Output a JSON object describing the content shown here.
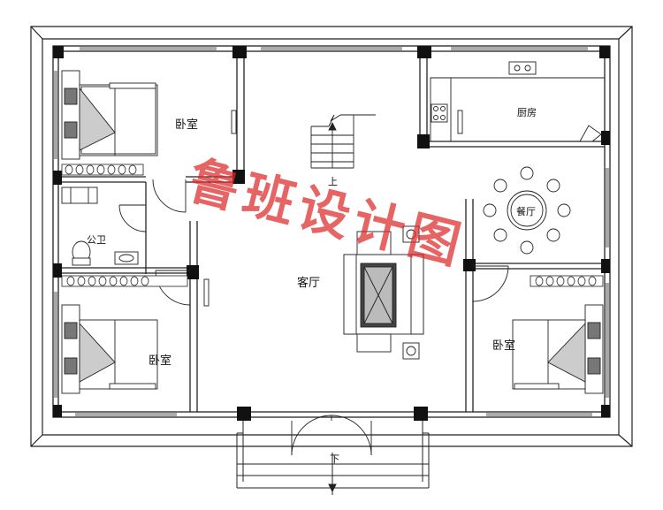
{
  "rooms": {
    "bedroom_top_left": "卧室",
    "bathroom": "公卫",
    "bedroom_bottom_left": "卧室",
    "stairs_up": "上",
    "living_room": "客厅",
    "kitchen": "厨房",
    "dining": "餐厅",
    "bedroom_right": "卧室",
    "entrance_down": "下"
  },
  "watermark": "鲁班设计图",
  "colors": {
    "wall": "#111111",
    "column": "#111111",
    "watermark": "#dc2828",
    "fixture_shade": "#bbbbbb"
  }
}
